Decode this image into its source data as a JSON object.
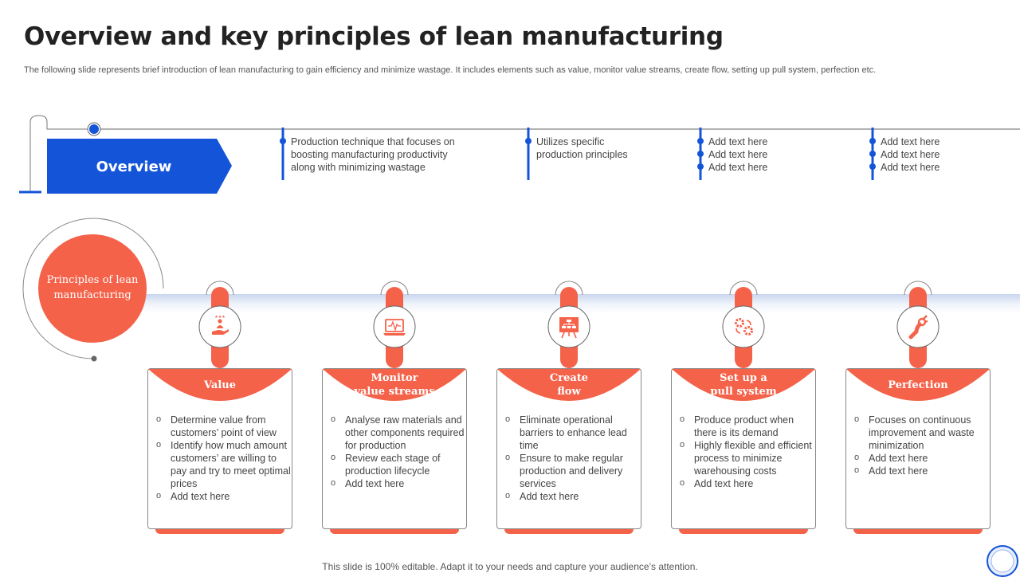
{
  "title": "Overview and key principles of lean manufacturing",
  "subtitle": "The following slide represents brief introduction of lean manufacturing to gain efficiency and minimize wastage. It includes elements such as value, monitor value streams, create flow, setting up pull system, perfection etc.",
  "overview": {
    "label": "Overview",
    "items": [
      [
        "Production technique that focuses on",
        "boosting manufacturing productivity",
        "along with minimizing wastage"
      ],
      [
        "Utilizes specific",
        "production principles"
      ],
      [
        "Add text here",
        "Add text here",
        "Add text here"
      ],
      [
        "Add text here",
        "Add text here",
        "Add text here"
      ]
    ]
  },
  "principles": {
    "label": [
      "Principles of lean",
      "manufacturing"
    ],
    "cards": [
      {
        "title": [
          "Value"
        ],
        "icon": "hand-person-stars-icon",
        "bullets": [
          "Determine value from customers’ point of view",
          "Identify how much amount customers’ are willing to pay and try to meet optimal prices",
          "Add text here"
        ]
      },
      {
        "title": [
          "Monitor",
          "value streams"
        ],
        "icon": "laptop-pulse-icon",
        "bullets": [
          "Analyse raw materials and other components required for production",
          "Review each stage of production lifecycle",
          "Add text here"
        ]
      },
      {
        "title": [
          "Create",
          "flow"
        ],
        "icon": "flowchart-board-icon",
        "bullets": [
          "Eliminate operational barriers to enhance lead time",
          "Ensure to make regular production and delivery services",
          "Add text here"
        ]
      },
      {
        "title": [
          "Set up a",
          "pull system"
        ],
        "icon": "gears-cycle-icon",
        "bullets": [
          "Produce product when there is its demand",
          "Highly flexible and efficient process to minimize warehousing costs",
          "Add text here"
        ]
      },
      {
        "title": [
          "Perfection"
        ],
        "icon": "ok-hand-icon",
        "bullets": [
          "Focuses on continuous improvement and waste minimization",
          "Add text here",
          "Add text here"
        ]
      }
    ]
  },
  "footer": "This slide is 100% editable. Adapt it to your needs and capture your audience’s attention.",
  "colors": {
    "blue": "#1454d8",
    "red": "#f4624a"
  }
}
